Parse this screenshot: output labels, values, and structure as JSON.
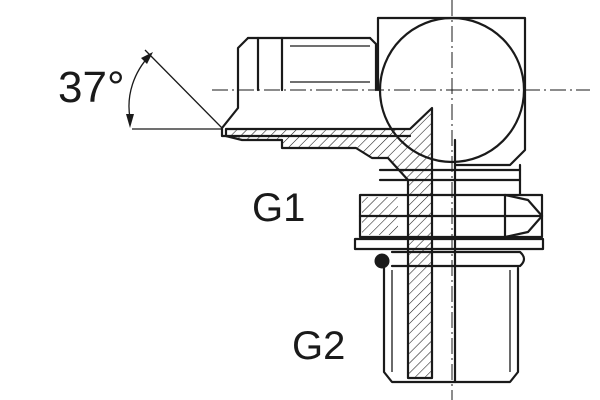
{
  "labels": {
    "angle": "37°",
    "port1": "G1",
    "port2": "G2"
  },
  "colors": {
    "line": "#1a1a1a",
    "background": "#ffffff"
  }
}
